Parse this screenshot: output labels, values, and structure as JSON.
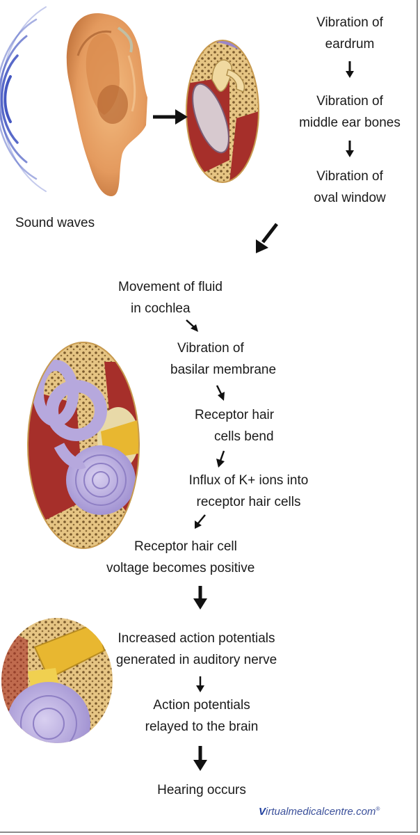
{
  "labels": {
    "sound_waves": "Sound waves",
    "step1": [
      "Vibration of",
      "eardrum"
    ],
    "step2": [
      "Vibration of",
      "middle ear bones"
    ],
    "step3": [
      "Vibration of",
      "oval window"
    ],
    "step4": [
      "Movement of fluid",
      "in cochlea"
    ],
    "step5": [
      "Vibration of",
      "basilar membrane"
    ],
    "step6": [
      "Receptor hair",
      "cells bend"
    ],
    "step7": [
      "Influx of K+ ions into",
      "receptor hair cells"
    ],
    "step8": [
      "Receptor hair cell",
      "voltage becomes positive"
    ],
    "step9": [
      "Increased action potentials",
      "generated in auditory nerve"
    ],
    "step10": [
      "Action potentials",
      "relayed to the brain"
    ],
    "step11": "Hearing occurs"
  },
  "watermark": {
    "v": "V",
    "rest": "irtualmedicalcentre.com",
    "mark": "®"
  },
  "colors": {
    "skin": "#e9a76a",
    "skin_dark": "#c97d45",
    "bone": "#e8c98a",
    "tissue": "#a2312b",
    "labyrinth": "#b6a8dd",
    "nerve": "#e8b730",
    "wave": "#3b4fbf",
    "arrow": "#111111"
  },
  "icons": {
    "outer_ear": "outer-ear-illustration",
    "middle_ear": "middle-ear-illustration",
    "inner_ear": "cochlea-illustration",
    "nerve": "auditory-nerve-illustration",
    "waves": "sound-wave-icon"
  }
}
